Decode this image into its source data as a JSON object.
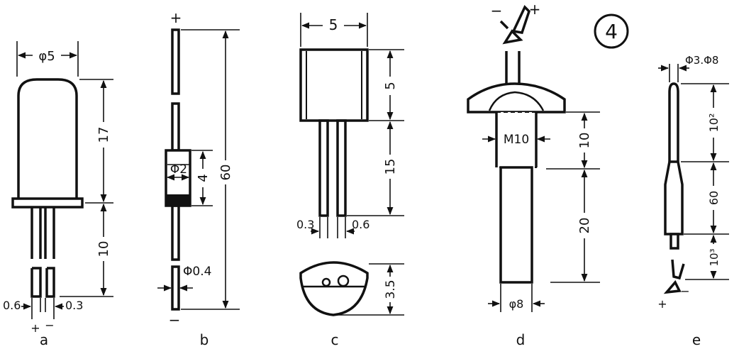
{
  "figure_number": "4",
  "a": {
    "caption": "a",
    "diameter": "φ5",
    "height": "17",
    "lead_length": "10",
    "lead_width_left": "0.6",
    "lead_gap": "0.3",
    "plus": "+",
    "minus": "−"
  },
  "b": {
    "caption": "b",
    "plus": "+",
    "minus": "−",
    "total_length": "60",
    "body_diameter": "Φ2",
    "body_length": "4",
    "lead_diameter": "Φ0.4"
  },
  "c": {
    "caption": "c",
    "width": "5",
    "height": "5",
    "lead_length": "15",
    "lead_width": "0.3",
    "lead_spacing": "0.6",
    "base_height": "3.5"
  },
  "d": {
    "caption": "d",
    "minus": "−",
    "plus": "+",
    "thread": "M10",
    "thread_length": "10",
    "shaft_length": "20",
    "shaft_diameter": "φ8"
  },
  "e": {
    "caption": "e",
    "diameter": "Φ3.Φ8",
    "tip_length": "10²",
    "mid_length": "60",
    "end_length": "10³",
    "plus": "+",
    "minus": "−"
  }
}
